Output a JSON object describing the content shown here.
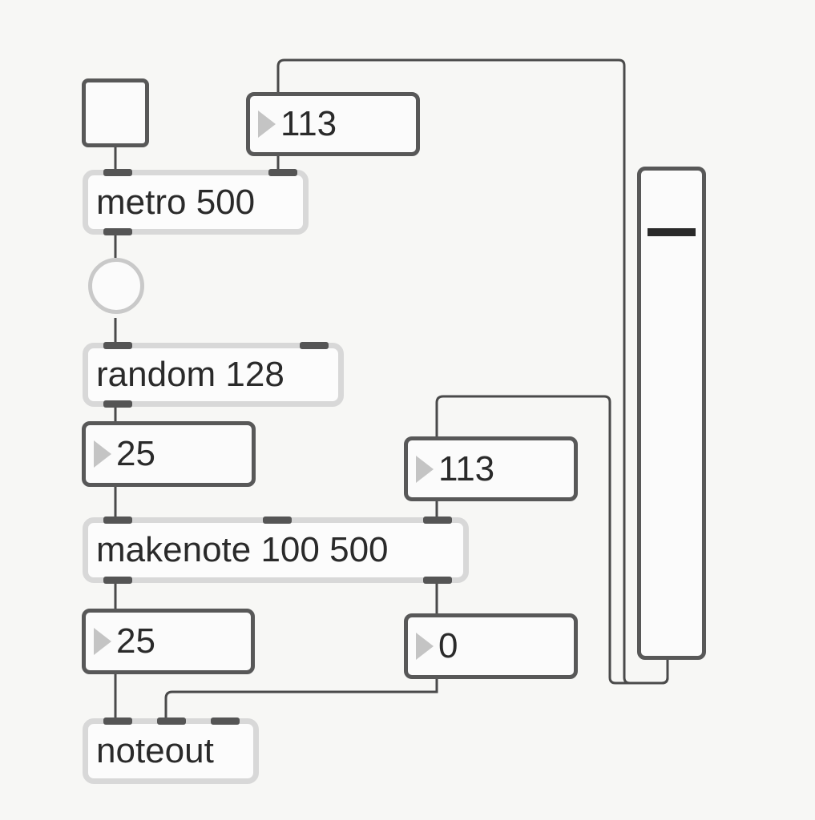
{
  "objects": {
    "toggle": {
      "on": false
    },
    "number_top": {
      "value": "113"
    },
    "metro": {
      "text": "metro 500"
    },
    "bang": {
      "flashing": false
    },
    "random": {
      "text": "random 128"
    },
    "number_random": {
      "value": "25"
    },
    "number_velocity": {
      "value": "113"
    },
    "makenote": {
      "text": "makenote 100 500"
    },
    "number_pitch": {
      "value": "25"
    },
    "number_noteoff": {
      "value": "0"
    },
    "noteout": {
      "text": "noteout"
    },
    "slider": {
      "value": 113,
      "max": 127
    }
  },
  "colors": {
    "background": "#f7f7f5",
    "cord": "#4a4a4a",
    "object_border": "#d8d8d8",
    "number_border": "#585858"
  }
}
